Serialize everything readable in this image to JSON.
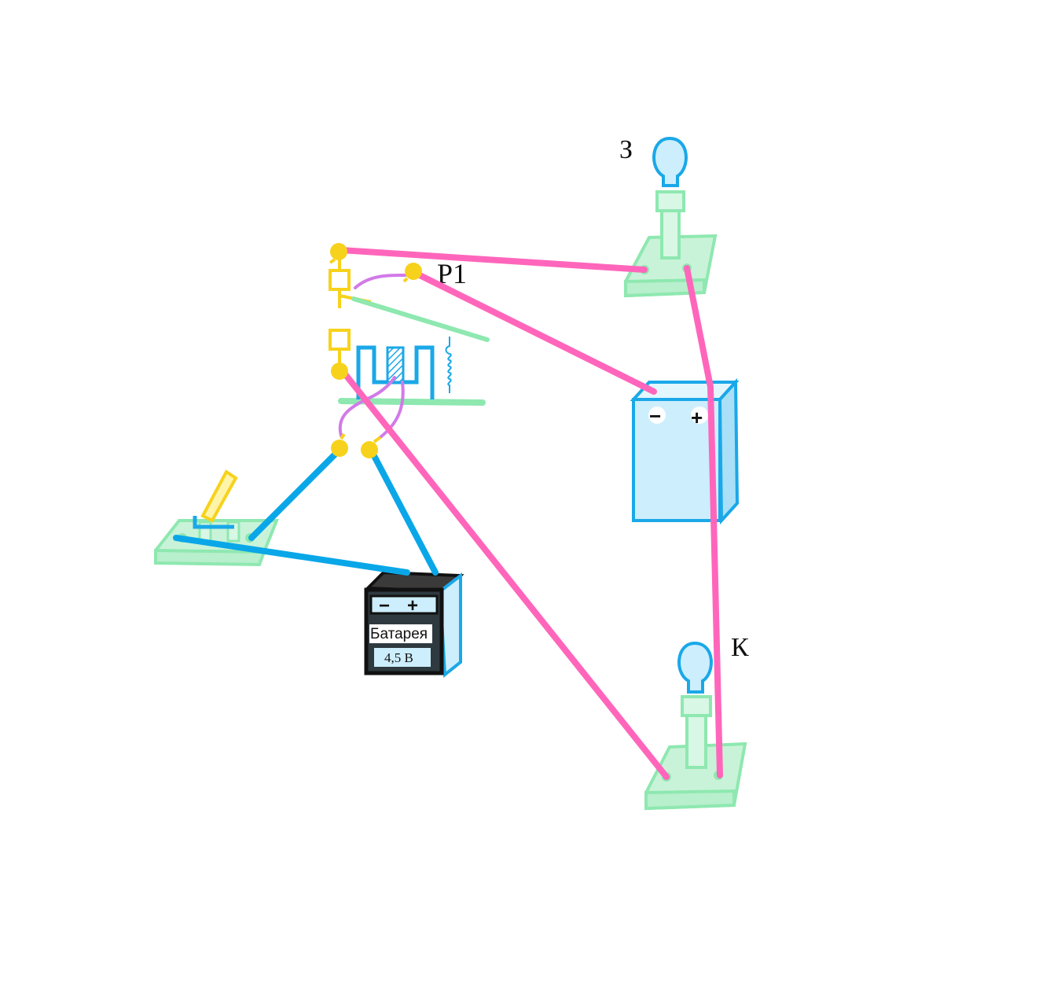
{
  "labels": {
    "lamp_top": "З",
    "lamp_bottom": "К",
    "relay": "Р1"
  },
  "battery_small": {
    "name": "Батарея",
    "voltage": "4,5 В",
    "minus": "−",
    "plus": "+"
  },
  "battery_large": {
    "minus": "−",
    "plus": "+"
  },
  "colors": {
    "pink_wire": "#ff66bb",
    "blue_wire": "#0aa7e8",
    "green_parts": "#8ee8b0",
    "yellow_parts": "#f7d21c",
    "violet_wire": "#d27ae8",
    "blue_parts": "#1aa8e8",
    "light_blue_fill": "#cdeefc"
  }
}
